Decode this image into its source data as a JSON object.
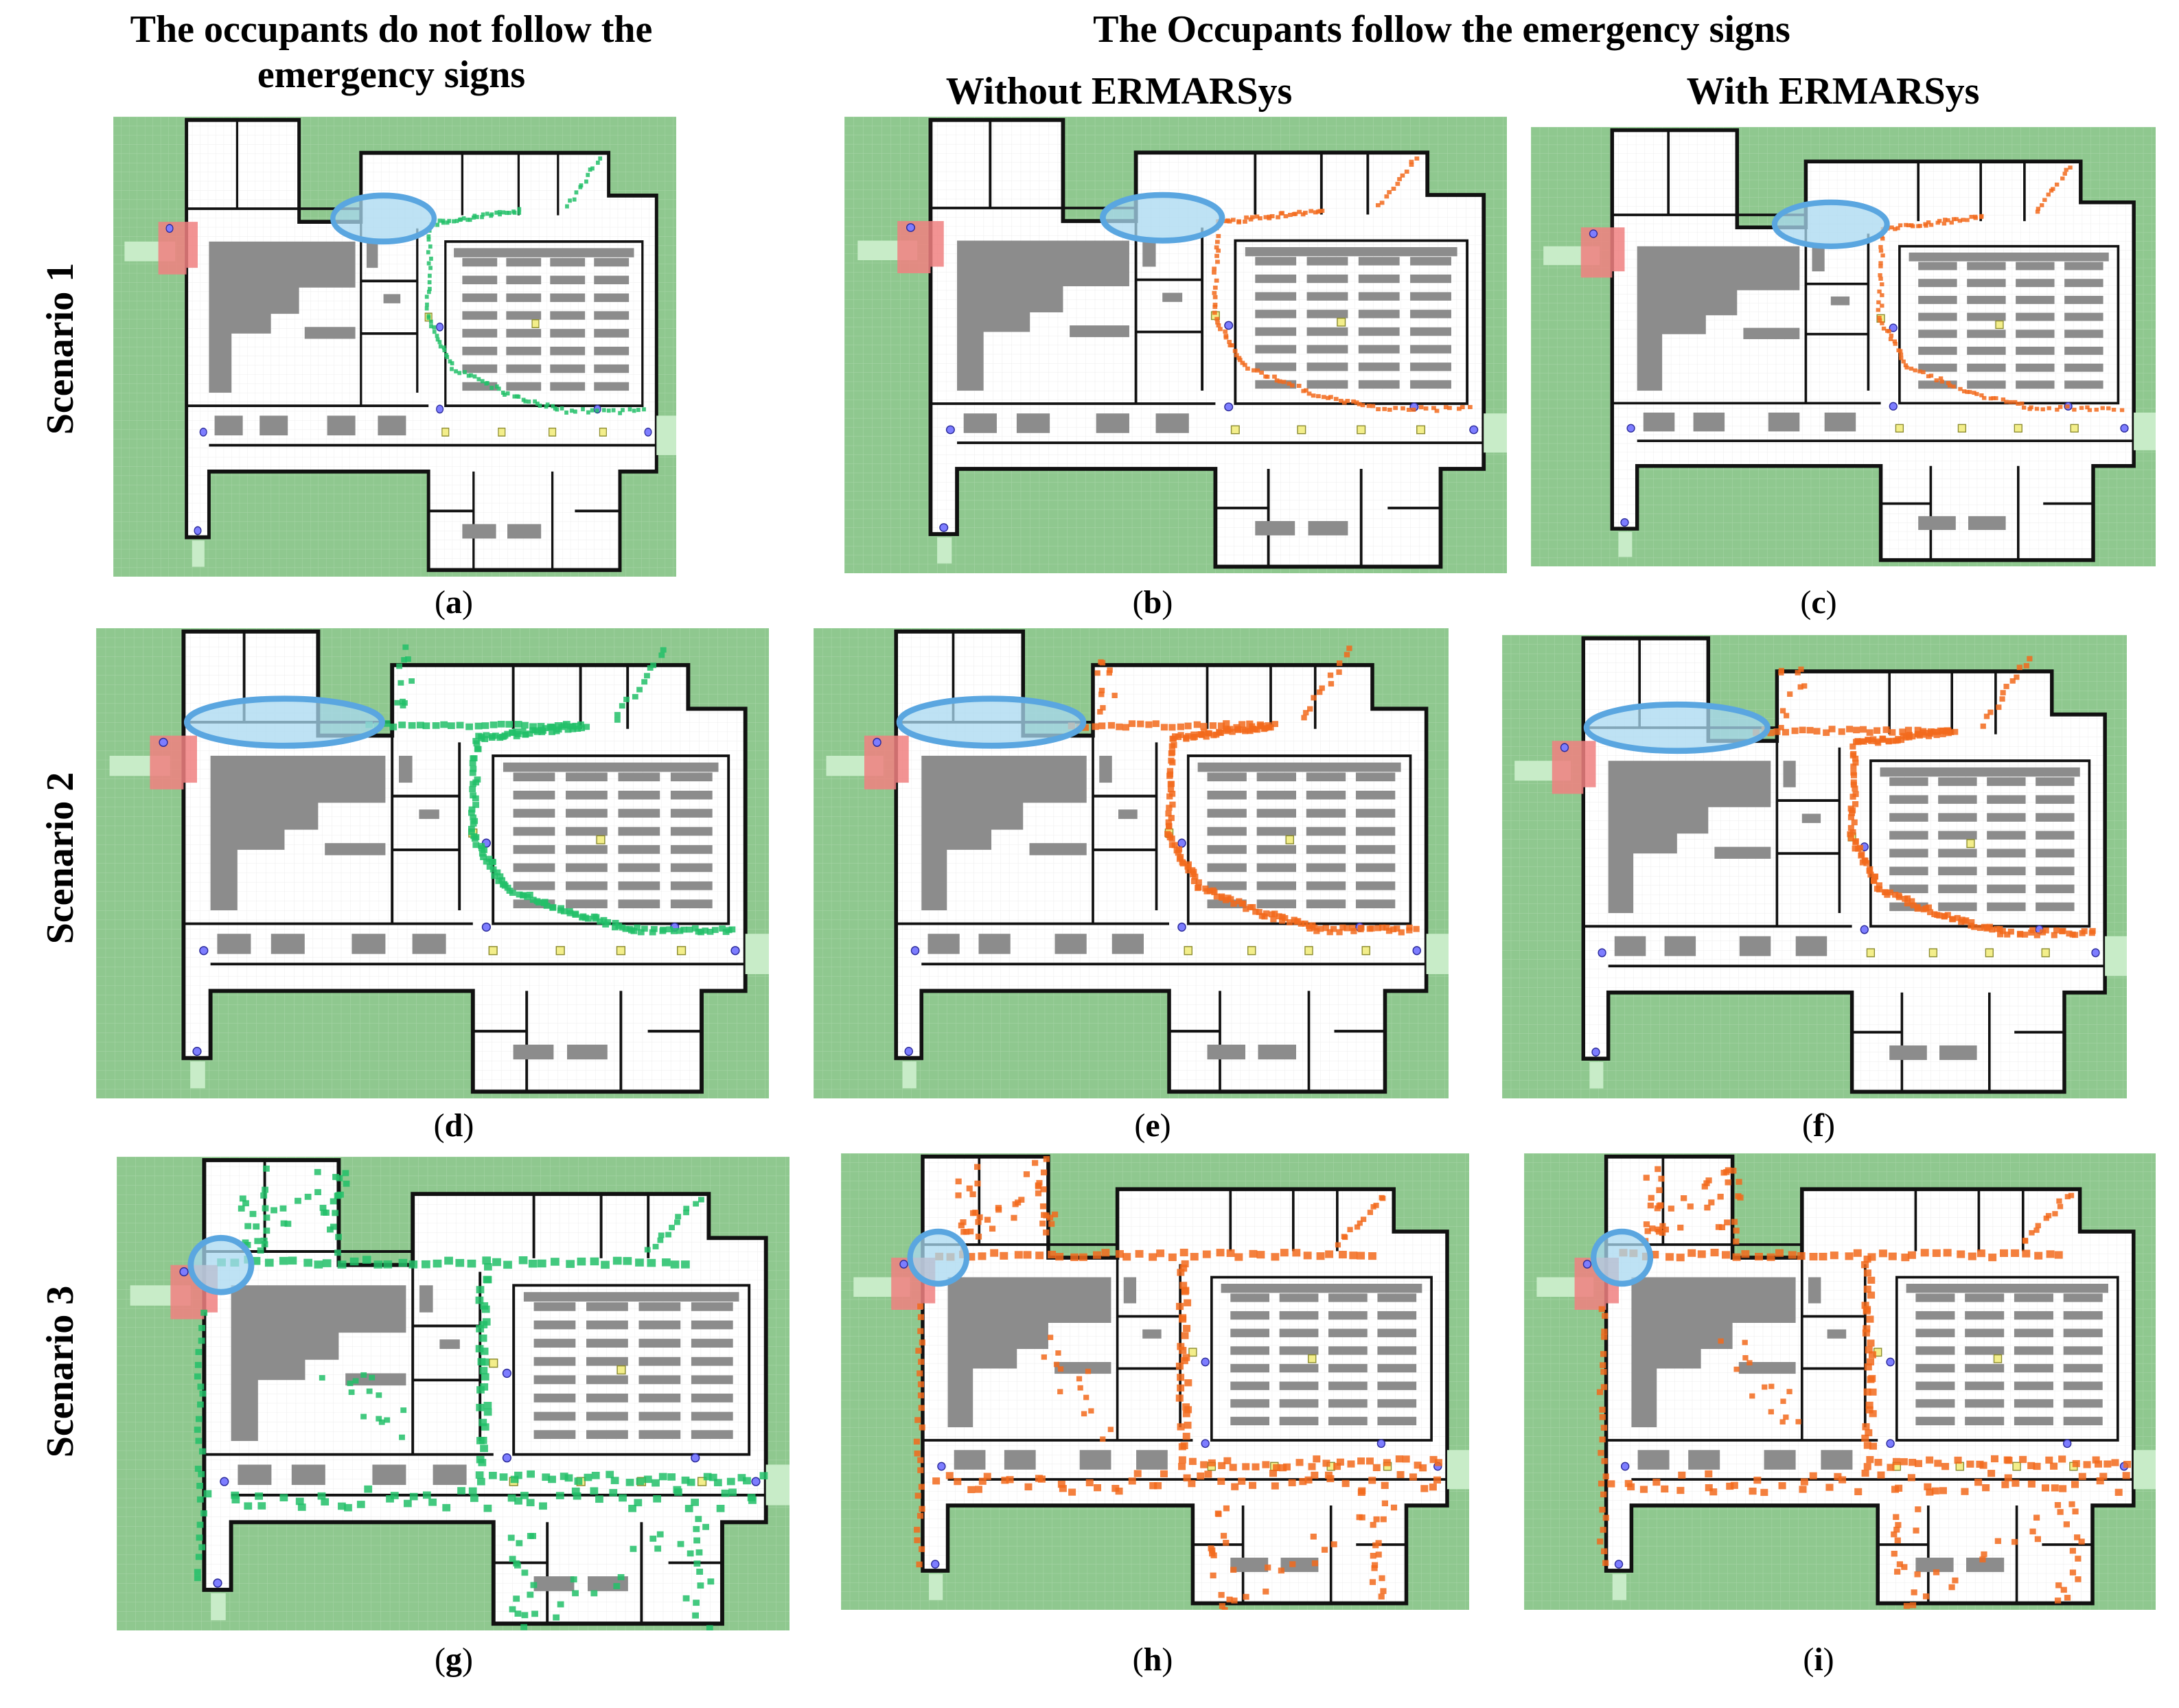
{
  "headers": {
    "col1": "The occupants do not follow the emergency signs",
    "group": "The Occupants follow the emergency signs",
    "col2": "Without ERMARSys",
    "col3": "With ERMARSys"
  },
  "rows": [
    {
      "label": "Scenario 1"
    },
    {
      "label": "Scenario 2"
    },
    {
      "label": "Scenario 3"
    }
  ],
  "panels": [
    {
      "caption_letter": "a",
      "trail": "green",
      "scenario": 1
    },
    {
      "caption_letter": "b",
      "trail": "orange",
      "scenario": 1
    },
    {
      "caption_letter": "c",
      "trail": "orange",
      "scenario": 1
    },
    {
      "caption_letter": "d",
      "trail": "green",
      "scenario": 2
    },
    {
      "caption_letter": "e",
      "trail": "orange",
      "scenario": 2
    },
    {
      "caption_letter": "f",
      "trail": "orange",
      "scenario": 2
    },
    {
      "caption_letter": "g",
      "trail": "green",
      "scenario": 3
    },
    {
      "caption_letter": "h",
      "trail": "orange",
      "scenario": 3
    },
    {
      "caption_letter": "i",
      "trail": "orange",
      "scenario": 3
    }
  ],
  "colors": {
    "outdoor": "#8fc88f",
    "wall": "#111111",
    "furniture": "#8c8c8c",
    "trail_green": "#22c069",
    "trail_orange": "#f26a1c",
    "blocked_zone": "#5aa6e0",
    "exit_zone": "#f08080",
    "exit_strip": "#c8ecc8"
  }
}
